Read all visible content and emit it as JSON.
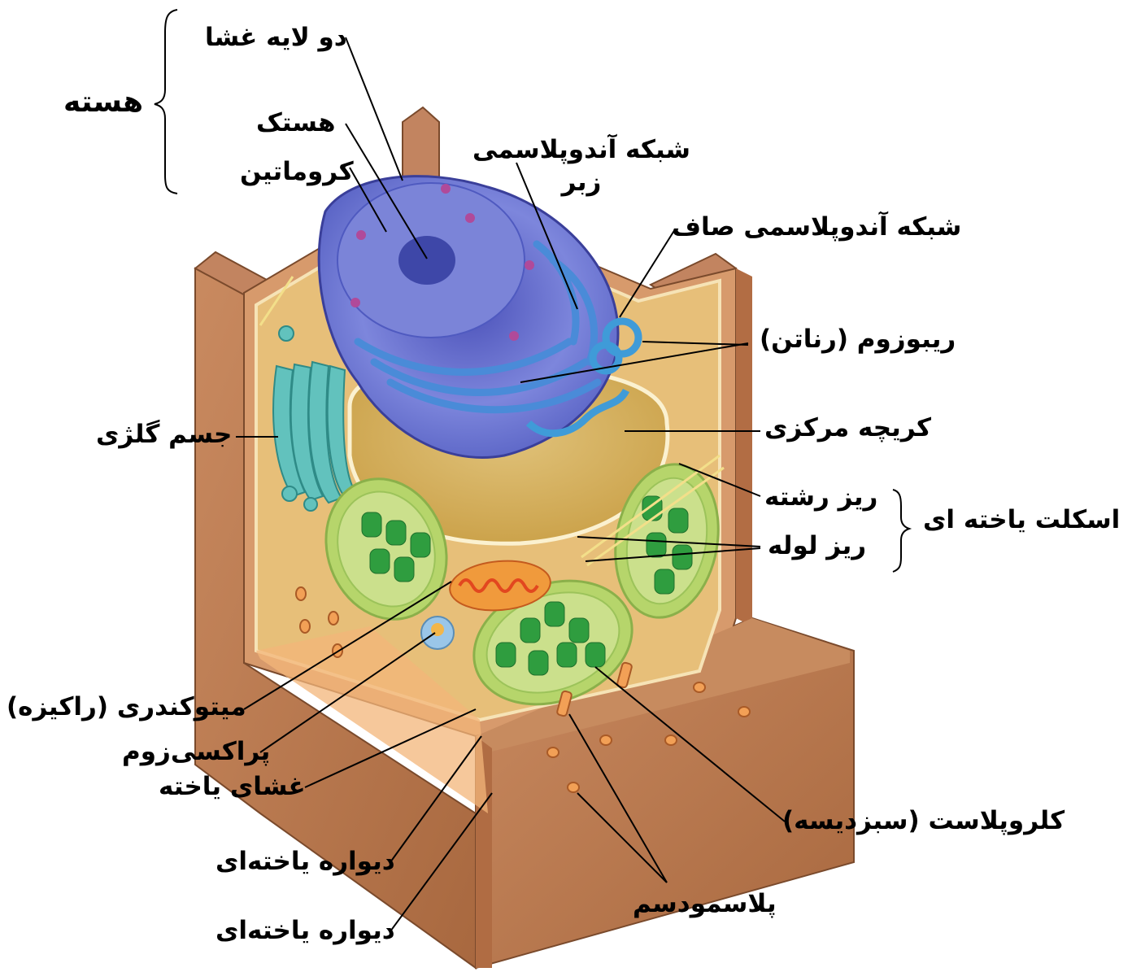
{
  "labels": {
    "nucleus": "هسته",
    "nuclear_envelope": "دو لایه غشا",
    "nucleolus": "هستک",
    "chromatin": "کروماتین",
    "rough_er_line1": "شبکه آندوپلاسمی",
    "rough_er_line2": "زبر",
    "smooth_er": "شبکه آندوپلاسمی صاف",
    "ribosome": "ریبوزوم (رناتن)",
    "golgi": "جسم گلژی",
    "central_vacuole": "کریچه مرکزی",
    "microfilament": "ریز رشته",
    "microtubule": "ریز لوله",
    "cytoskeleton": "اسکلت یاخته ای",
    "mitochondrion": "میتوکندری (راکیزه)",
    "peroxisome": "پراکسی‌زوم",
    "plasma_membrane": "غشای یاخته",
    "cell_wall_1": "دیواره یاخته‌ای",
    "cell_wall_2": "دیواره یاخته‌ای",
    "chloroplast": "کلروپلاست (سبزدیسه)",
    "plasmodesma": "پلاسمودسم"
  },
  "colors": {
    "cell_wall": "#b97a52",
    "cell_wall_light": "#d9a27a",
    "cytoplasm": "#e8c27a",
    "nucleus": "#5b67c8",
    "nucleus_inner": "#7f88df",
    "er": "#4f8fd6",
    "vacuole": "#d9aa4a",
    "golgi": "#4fb3b0",
    "chloroplast_outer": "#b9d46a",
    "grana": "#2f9b3e",
    "mitochondrion": "#e86a2a",
    "leader_line": "#000000"
  }
}
